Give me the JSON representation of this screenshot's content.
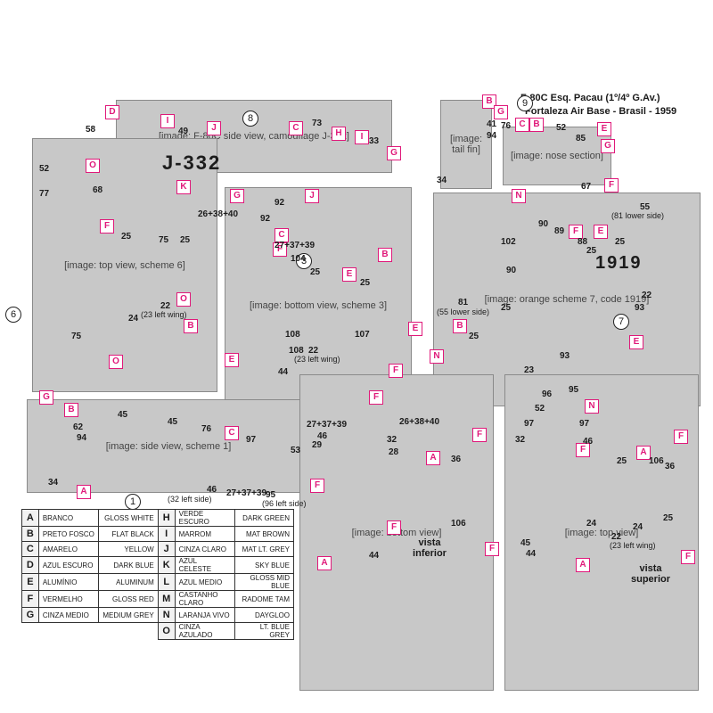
{
  "title": {
    "line1": "F-80C Esq. Pacau (1º/4º G.Av.)",
    "line2": "Fortaleza Air Base - Brasil - 1959"
  },
  "views": [
    {
      "id": "8",
      "label": "side view, camouflage scheme 8"
    },
    {
      "id": "9",
      "label": "nose and tail, scheme 9"
    },
    {
      "id": "6",
      "label": "top view, scheme 6"
    },
    {
      "id": "3",
      "label": "bottom view, scheme 3"
    },
    {
      "id": "7",
      "label": "top view, orange scheme 7"
    },
    {
      "id": "1",
      "label": "side view, scheme 1"
    },
    {
      "id": "bottom",
      "label": "bottom view"
    },
    {
      "id": "top",
      "label": "top view"
    }
  ],
  "markings": {
    "tail_code": "J-332",
    "nose_code": "1919"
  },
  "vista_inferior": "vista\ninferior",
  "vista_superior": "vista\nsuperior",
  "legend": [
    {
      "letter": "A",
      "pt": "BRANCO",
      "en": "GLOSS WHITE"
    },
    {
      "letter": "B",
      "pt": "PRETO FOSCO",
      "en": "FLAT BLACK"
    },
    {
      "letter": "C",
      "pt": "AMARELO",
      "en": "YELLOW"
    },
    {
      "letter": "D",
      "pt": "AZUL ESCURO",
      "en": "DARK BLUE"
    },
    {
      "letter": "E",
      "pt": "ALUMÍNIO",
      "en": "ALUMINUM"
    },
    {
      "letter": "F",
      "pt": "VERMELHO",
      "en": "GLOSS RED"
    },
    {
      "letter": "G",
      "pt": "CINZA MEDIO",
      "en": "MEDIUM GREY"
    },
    {
      "letter": "H",
      "pt": "VERDE ESCURO",
      "en": "DARK GREEN"
    },
    {
      "letter": "I",
      "pt": "MARROM",
      "en": "MAT BROWN"
    },
    {
      "letter": "J",
      "pt": "CINZA CLARO",
      "en": "MAT LT. GREY"
    },
    {
      "letter": "K",
      "pt": "AZUL CELESTE",
      "en": "SKY BLUE"
    },
    {
      "letter": "L",
      "pt": "AZUL MEDIO",
      "en": "GLOSS MID BLUE"
    },
    {
      "letter": "M",
      "pt": "CASTANHO CLARO",
      "en": "RADOME TAM"
    },
    {
      "letter": "N",
      "pt": "LARANJA VIVO",
      "en": "DAYGLOO"
    },
    {
      "letter": "O",
      "pt": "CINZA AZULADO",
      "en": "LT. BLUE GREY"
    }
  ],
  "callouts": {
    "n58": "58",
    "n49": "49",
    "n73": "73",
    "n33": "33",
    "n41": "41",
    "n94a": "94",
    "n34a": "34",
    "n76a": "76",
    "n52a": "52",
    "n85": "85",
    "n67": "67",
    "n52b": "52",
    "n68": "68",
    "n77": "77",
    "n25a": "25",
    "n75a": "75",
    "n25b": "25",
    "n22a": "22",
    "n23a": "(23 left wing)",
    "n24a": "24",
    "n75b": "75",
    "n26a": "26+38+40",
    "n92a": "92",
    "n92b": "92",
    "n27a": "27+37+39",
    "n104": "104",
    "n25c": "25",
    "n25d": "25",
    "n107": "107",
    "n108a": "108",
    "n22b": "22",
    "n23b": "(23 left wing)",
    "n108b": "108",
    "n44a": "44",
    "n55a": "55",
    "n81a": "(81 lower side)",
    "n90a": "90",
    "n89": "89",
    "n102": "102",
    "n88": "88",
    "n25e": "25",
    "n25f": "25",
    "n90b": "90",
    "n22c": "22",
    "n93a": "93",
    "n81b": "81",
    "n55b": "(55 lower side)",
    "n25g": "25",
    "n25h": "25",
    "n93b": "93",
    "n23c": "23",
    "n62": "62",
    "n94b": "94",
    "n45a": "45",
    "n45b": "45",
    "n76b": "76",
    "n97a": "97",
    "n53": "53",
    "n34b": "34",
    "n32a": "(32 left side)",
    "n46a": "46",
    "n27b": "27+37+39",
    "n95a": "95",
    "n96a": "(96 left side)",
    "n27c": "27+37+39",
    "n26b": "26+38+40",
    "n46b": "46",
    "n29": "29",
    "n32b": "32",
    "n28": "28",
    "n36a": "36",
    "n106a": "106",
    "n44b": "44",
    "n96b": "96",
    "n95b": "95",
    "n52c": "52",
    "n97b": "97",
    "n97c": "97",
    "n32c": "32",
    "n46c": "46",
    "n25i": "25",
    "n106b": "106",
    "n36b": "36",
    "n25j": "25",
    "n24b": "24",
    "n24c": "24",
    "n22d": "22",
    "n23d": "(23 left wing)",
    "n45c": "45",
    "n44c": "44"
  },
  "tags": {
    "t1": "D",
    "t2": "I",
    "t3": "J",
    "t4": "C",
    "t5": "H",
    "t6": "I",
    "t7": "G",
    "t8": "K",
    "t9": "J",
    "t10": "B",
    "t11": "G",
    "t12": "C",
    "t13": "B",
    "t14": "E",
    "t15": "G",
    "t16": "F",
    "t17": "O",
    "t18": "F",
    "t19": "O",
    "t20": "B",
    "t21": "O",
    "t22": "G",
    "t23": "C",
    "t24": "F",
    "t25": "E",
    "t26": "B",
    "t27": "E",
    "t28": "F",
    "t29": "E",
    "t30": "N",
    "t31": "F",
    "t32": "E",
    "t33": "B",
    "t34": "N",
    "t35": "E",
    "t36": "N",
    "t37": "G",
    "t38": "B",
    "t39": "C",
    "t40": "A",
    "t41": "F",
    "t42": "F",
    "t43": "F",
    "t44": "A",
    "t45": "F",
    "t46": "F",
    "t47": "A",
    "t48": "F",
    "t49": "F",
    "t50": "A",
    "t51": "F",
    "t52": "A"
  },
  "circles": {
    "c8": "8",
    "c9": "9",
    "c6": "6",
    "c3": "3",
    "c7": "7",
    "c1": "1"
  }
}
